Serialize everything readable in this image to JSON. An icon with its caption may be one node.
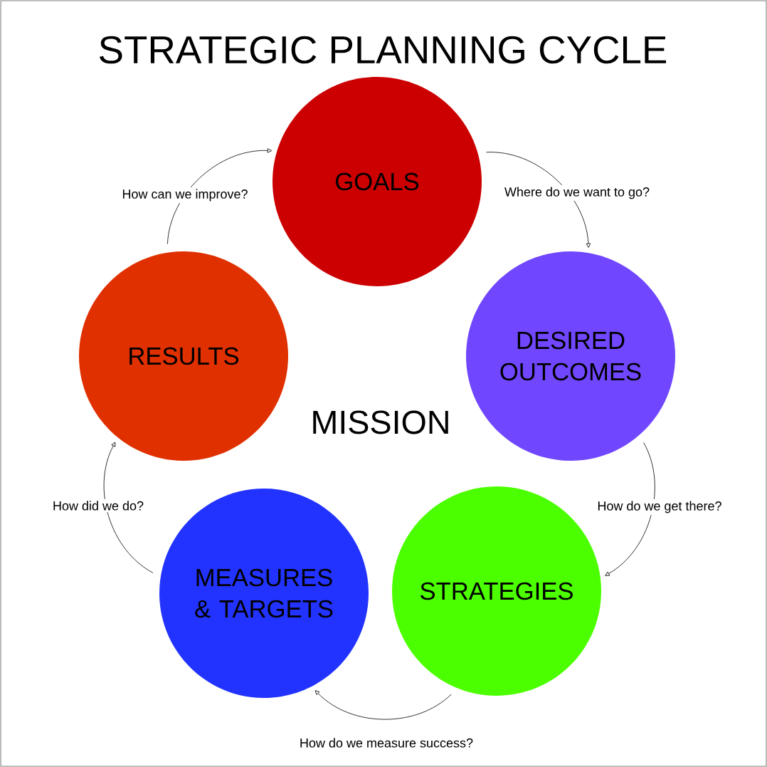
{
  "diagram": {
    "title": "STRATEGIC PLANNING CYCLE",
    "nodes": [
      {
        "text": [
          "GOALS"
        ]
      },
      {
        "text": [
          "DESIRED OUTCOMES"
        ]
      },
      {
        "text": [
          "STRATEGIES"
        ]
      },
      {
        "text": [
          "MEASURES & TARGETS"
        ]
      },
      {
        "text": [
          "RESULTS"
        ]
      }
    ],
    "edges": [
      {
        "from": 0,
        "to": 1,
        "arrow": "to",
        "label": "Where do we want to go?"
      },
      {
        "from": 1,
        "to": 2,
        "arrow": "to",
        "label": "How do we get there?"
      },
      {
        "from": 2,
        "to": 3,
        "arrow": "to",
        "label": "How do we measure success?"
      },
      {
        "from": 3,
        "to": 4,
        "arrow": "to",
        "label": "How did we do?"
      },
      {
        "from": 4,
        "to": 0,
        "arrow": "to",
        "label": "How can we improve?"
      }
    ],
    "labels": [
      "MISSION"
    ]
  }
}
